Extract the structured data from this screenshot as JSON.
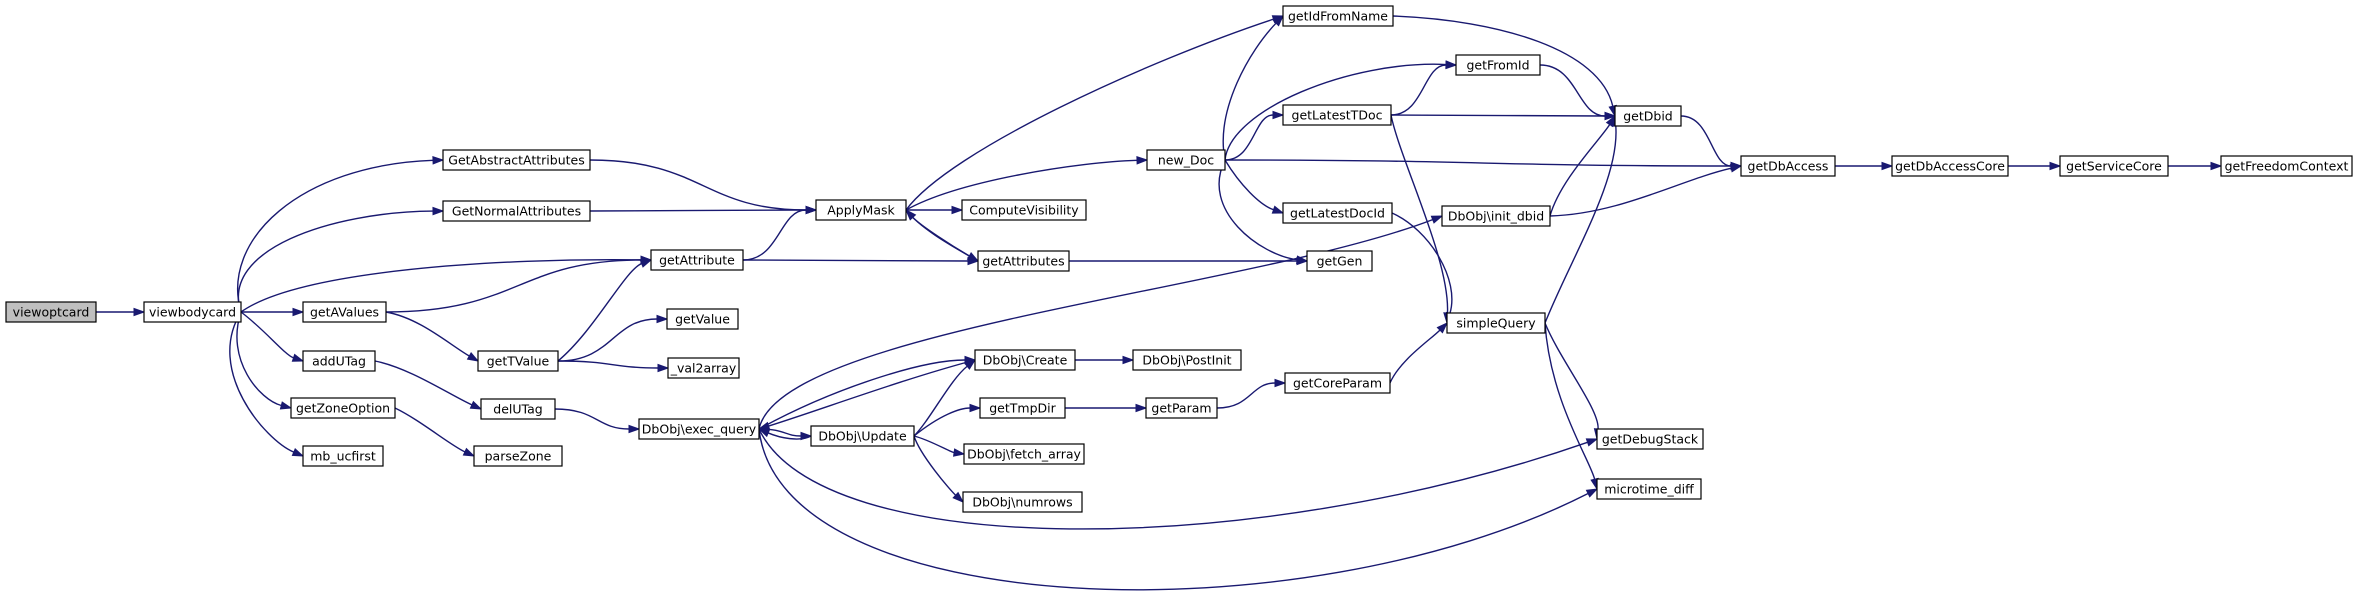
{
  "diagram": {
    "colors": {
      "edge": "#191970",
      "node_fill": "#ffffff",
      "root_fill": "#bfbfbf",
      "node_border": "#000000"
    },
    "nodes": [
      {
        "id": "viewoptcard",
        "label": "viewoptcard",
        "root": true
      },
      {
        "id": "viewbodycard",
        "label": "viewbodycard"
      },
      {
        "id": "GetAbstractAttributes",
        "label": "GetAbstractAttributes"
      },
      {
        "id": "GetNormalAttributes",
        "label": "GetNormalAttributes"
      },
      {
        "id": "getAttribute",
        "label": "getAttribute"
      },
      {
        "id": "getAValues",
        "label": "getAValues"
      },
      {
        "id": "addUTag",
        "label": "addUTag"
      },
      {
        "id": "getZoneOption",
        "label": "getZoneOption"
      },
      {
        "id": "mb_ucfirst",
        "label": "mb_ucfirst"
      },
      {
        "id": "getTValue",
        "label": "getTValue"
      },
      {
        "id": "delUTag",
        "label": "delUTag"
      },
      {
        "id": "parseZone",
        "label": "parseZone"
      },
      {
        "id": "getValue",
        "label": "getValue"
      },
      {
        "id": "_val2array",
        "label": "_val2array"
      },
      {
        "id": "ApplyMask",
        "label": "ApplyMask"
      },
      {
        "id": "ComputeVisibility",
        "label": "ComputeVisibility"
      },
      {
        "id": "getAttributes",
        "label": "getAttributes"
      },
      {
        "id": "exec_query",
        "label": "DbObj\\exec_query"
      },
      {
        "id": "Create",
        "label": "DbObj\\Create"
      },
      {
        "id": "Update",
        "label": "DbObj\\Update"
      },
      {
        "id": "PostInit",
        "label": "DbObj\\PostInit"
      },
      {
        "id": "getTmpDir",
        "label": "getTmpDir"
      },
      {
        "id": "fetch_array",
        "label": "DbObj\\fetch_array"
      },
      {
        "id": "numrows",
        "label": "DbObj\\numrows"
      },
      {
        "id": "getParam",
        "label": "getParam"
      },
      {
        "id": "getCoreParam",
        "label": "getCoreParam"
      },
      {
        "id": "new_Doc",
        "label": "new_Doc"
      },
      {
        "id": "getIdFromName",
        "label": "getIdFromName"
      },
      {
        "id": "getFromId",
        "label": "getFromId"
      },
      {
        "id": "getLatestTDoc",
        "label": "getLatestTDoc"
      },
      {
        "id": "getLatestDocId",
        "label": "getLatestDocId"
      },
      {
        "id": "getGen",
        "label": "getGen"
      },
      {
        "id": "init_dbid",
        "label": "DbObj\\init_dbid"
      },
      {
        "id": "simpleQuery",
        "label": "simpleQuery"
      },
      {
        "id": "getDbid",
        "label": "getDbid"
      },
      {
        "id": "getDbAccess",
        "label": "getDbAccess"
      },
      {
        "id": "getDbAccessCore",
        "label": "getDbAccessCore"
      },
      {
        "id": "getServiceCore",
        "label": "getServiceCore"
      },
      {
        "id": "getFreedomContext",
        "label": "getFreedomContext"
      },
      {
        "id": "getDebugStack",
        "label": "getDebugStack"
      },
      {
        "id": "microtime_diff",
        "label": "microtime_diff"
      }
    ],
    "edges": [
      {
        "from": "viewoptcard",
        "to": "viewbodycard"
      },
      {
        "from": "viewbodycard",
        "to": "GetAbstractAttributes"
      },
      {
        "from": "viewbodycard",
        "to": "GetNormalAttributes"
      },
      {
        "from": "viewbodycard",
        "to": "getAttribute"
      },
      {
        "from": "viewbodycard",
        "to": "getAValues"
      },
      {
        "from": "viewbodycard",
        "to": "addUTag"
      },
      {
        "from": "viewbodycard",
        "to": "getZoneOption"
      },
      {
        "from": "viewbodycard",
        "to": "mb_ucfirst"
      },
      {
        "from": "GetAbstractAttributes",
        "to": "ApplyMask"
      },
      {
        "from": "GetNormalAttributes",
        "to": "ApplyMask"
      },
      {
        "from": "getAttribute",
        "to": "ApplyMask"
      },
      {
        "from": "getAttribute",
        "to": "getAttributes"
      },
      {
        "from": "getAValues",
        "to": "getAttribute"
      },
      {
        "from": "getAValues",
        "to": "getTValue"
      },
      {
        "from": "getTValue",
        "to": "getAttribute"
      },
      {
        "from": "getTValue",
        "to": "getValue"
      },
      {
        "from": "getTValue",
        "to": "_val2array"
      },
      {
        "from": "addUTag",
        "to": "delUTag"
      },
      {
        "from": "delUTag",
        "to": "exec_query"
      },
      {
        "from": "getZoneOption",
        "to": "parseZone"
      },
      {
        "from": "ApplyMask",
        "to": "getIdFromName"
      },
      {
        "from": "ApplyMask",
        "to": "new_Doc"
      },
      {
        "from": "ApplyMask",
        "to": "ComputeVisibility"
      },
      {
        "from": "ApplyMask",
        "to": "getAttributes"
      },
      {
        "from": "getAttributes",
        "to": "ApplyMask"
      },
      {
        "from": "getAttributes",
        "to": "getGen"
      },
      {
        "from": "new_Doc",
        "to": "getIdFromName"
      },
      {
        "from": "new_Doc",
        "to": "getFromId"
      },
      {
        "from": "new_Doc",
        "to": "getLatestTDoc"
      },
      {
        "from": "new_Doc",
        "to": "getDbAccess"
      },
      {
        "from": "new_Doc",
        "to": "getLatestDocId"
      },
      {
        "from": "new_Doc",
        "to": "getGen"
      },
      {
        "from": "getIdFromName",
        "to": "getDbid"
      },
      {
        "from": "getFromId",
        "to": "getDbid"
      },
      {
        "from": "getLatestTDoc",
        "to": "getFromId"
      },
      {
        "from": "getLatestTDoc",
        "to": "getDbid"
      },
      {
        "from": "getLatestTDoc",
        "to": "simpleQuery"
      },
      {
        "from": "getLatestDocId",
        "to": "simpleQuery"
      },
      {
        "from": "getDbid",
        "to": "getDbAccess"
      },
      {
        "from": "getDbAccess",
        "to": "getDbAccessCore"
      },
      {
        "from": "getDbAccessCore",
        "to": "getServiceCore"
      },
      {
        "from": "getServiceCore",
        "to": "getFreedomContext"
      },
      {
        "from": "init_dbid",
        "to": "getDbid"
      },
      {
        "from": "init_dbid",
        "to": "getDbAccess"
      },
      {
        "from": "simpleQuery",
        "to": "getDbid"
      },
      {
        "from": "simpleQuery",
        "to": "getDebugStack"
      },
      {
        "from": "simpleQuery",
        "to": "microtime_diff"
      },
      {
        "from": "exec_query",
        "to": "init_dbid"
      },
      {
        "from": "exec_query",
        "to": "Create"
      },
      {
        "from": "exec_query",
        "to": "Update"
      },
      {
        "from": "exec_query",
        "to": "getDebugStack"
      },
      {
        "from": "exec_query",
        "to": "microtime_diff"
      },
      {
        "from": "Create",
        "to": "exec_query"
      },
      {
        "from": "Create",
        "to": "PostInit"
      },
      {
        "from": "Update",
        "to": "exec_query"
      },
      {
        "from": "Update",
        "to": "Create"
      },
      {
        "from": "Update",
        "to": "getTmpDir"
      },
      {
        "from": "Update",
        "to": "fetch_array"
      },
      {
        "from": "Update",
        "to": "numrows"
      },
      {
        "from": "getTmpDir",
        "to": "getParam"
      },
      {
        "from": "getParam",
        "to": "getCoreParam"
      },
      {
        "from": "getCoreParam",
        "to": "simpleQuery"
      }
    ]
  }
}
